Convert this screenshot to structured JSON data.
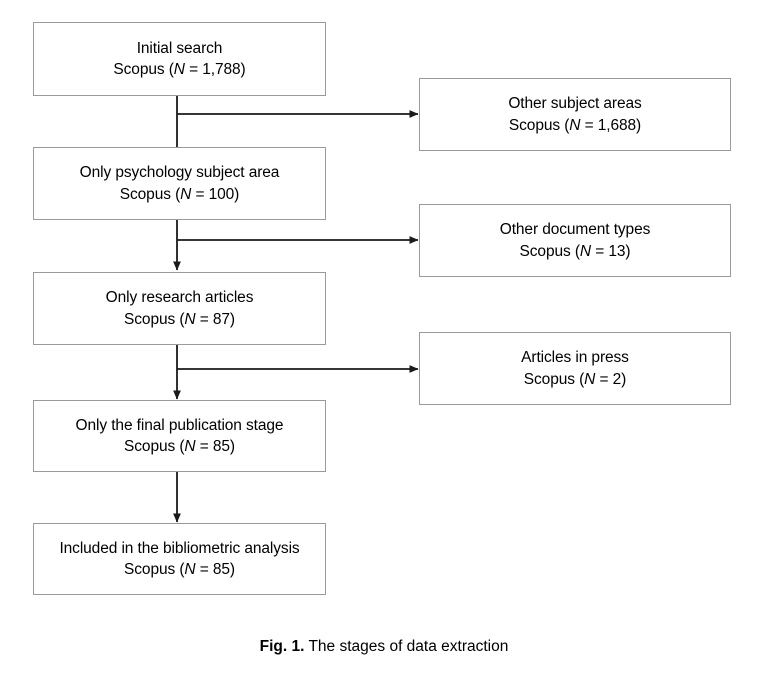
{
  "figure": {
    "caption_label": "Fig. 1.",
    "caption_text": " The stages of data extraction"
  },
  "diagram": {
    "type": "flowchart",
    "orientation": "top-to-bottom with right-side exclusion branches",
    "border_color": "#9a9a9a",
    "connector_color": "#1a1a1a",
    "main_stages": [
      {
        "id": "initial-search",
        "line1": "Initial search",
        "source": "Scopus",
        "count_prefix": "Scopus (",
        "count_var": "N",
        "count_value": " = 1,788)",
        "line2": "Scopus (N = 1,788)",
        "n": 1788
      },
      {
        "id": "psychology-subject-area",
        "line1": "Only psychology subject area",
        "source": "Scopus",
        "count_prefix": "Scopus (",
        "count_var": "N",
        "count_value": " = 100)",
        "line2": "Scopus (N = 100)",
        "n": 100
      },
      {
        "id": "research-articles",
        "line1": "Only research articles",
        "source": "Scopus",
        "count_prefix": "Scopus (",
        "count_var": "N",
        "count_value": " = 87)",
        "line2": "Scopus (N = 87)",
        "n": 87
      },
      {
        "id": "final-publication-stage",
        "line1": "Only the final publication stage",
        "source": "Scopus",
        "count_prefix": "Scopus (",
        "count_var": "N",
        "count_value": " = 85)",
        "line2": "Scopus (N = 85)",
        "n": 85
      },
      {
        "id": "included-bibliometric-analysis",
        "line1": "Included in the bibliometric analysis",
        "source": "Scopus",
        "count_prefix": "Scopus (",
        "count_var": "N",
        "count_value": " = 85)",
        "line2": "Scopus (N = 85)",
        "n": 85
      }
    ],
    "excluded_stages": [
      {
        "id": "other-subject-areas",
        "line1": "Other subject areas",
        "source": "Scopus",
        "count_prefix": "Scopus (",
        "count_var": "N",
        "count_value": " = 1,688)",
        "line2": "Scopus (N = 1,688)",
        "n": 1688
      },
      {
        "id": "other-document-types",
        "line1": "Other document types",
        "source": "Scopus",
        "count_prefix": "Scopus (",
        "count_var": "N",
        "count_value": " = 13)",
        "line2": "Scopus (N = 13)",
        "n": 13
      },
      {
        "id": "articles-in-press",
        "line1": "Articles in press",
        "source": "Scopus",
        "count_prefix": "Scopus (",
        "count_var": "N",
        "count_value": " = 2)",
        "line2": "Scopus (N = 2)",
        "n": 2
      }
    ]
  }
}
